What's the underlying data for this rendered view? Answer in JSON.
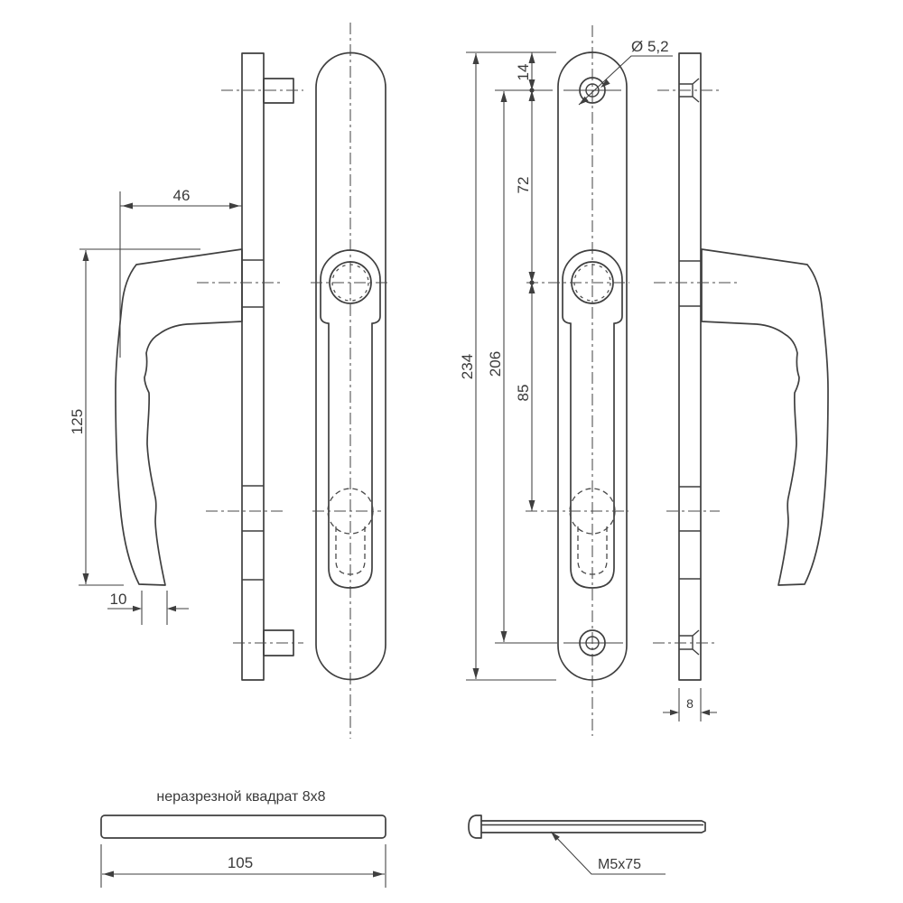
{
  "drawing": {
    "type": "technical-drawing-window-handle",
    "caption_square_bar": "неразрезной квадрат 8x8",
    "dims": {
      "handle_offset": "46",
      "handle_length": "125",
      "handle_tip": "10",
      "plate_length": "234",
      "hole_spacing": "206",
      "hub_to_cylinder": "85",
      "hole_to_hub": "72",
      "top_to_hole": "14",
      "hole_diameter": "Ø 5,2",
      "plate_thickness": "8",
      "bar_length": "105",
      "screw_size": "M5x75"
    },
    "colors": {
      "line": "#3f3f3f",
      "text": "#3a3a3a",
      "background": "#ffffff"
    }
  }
}
